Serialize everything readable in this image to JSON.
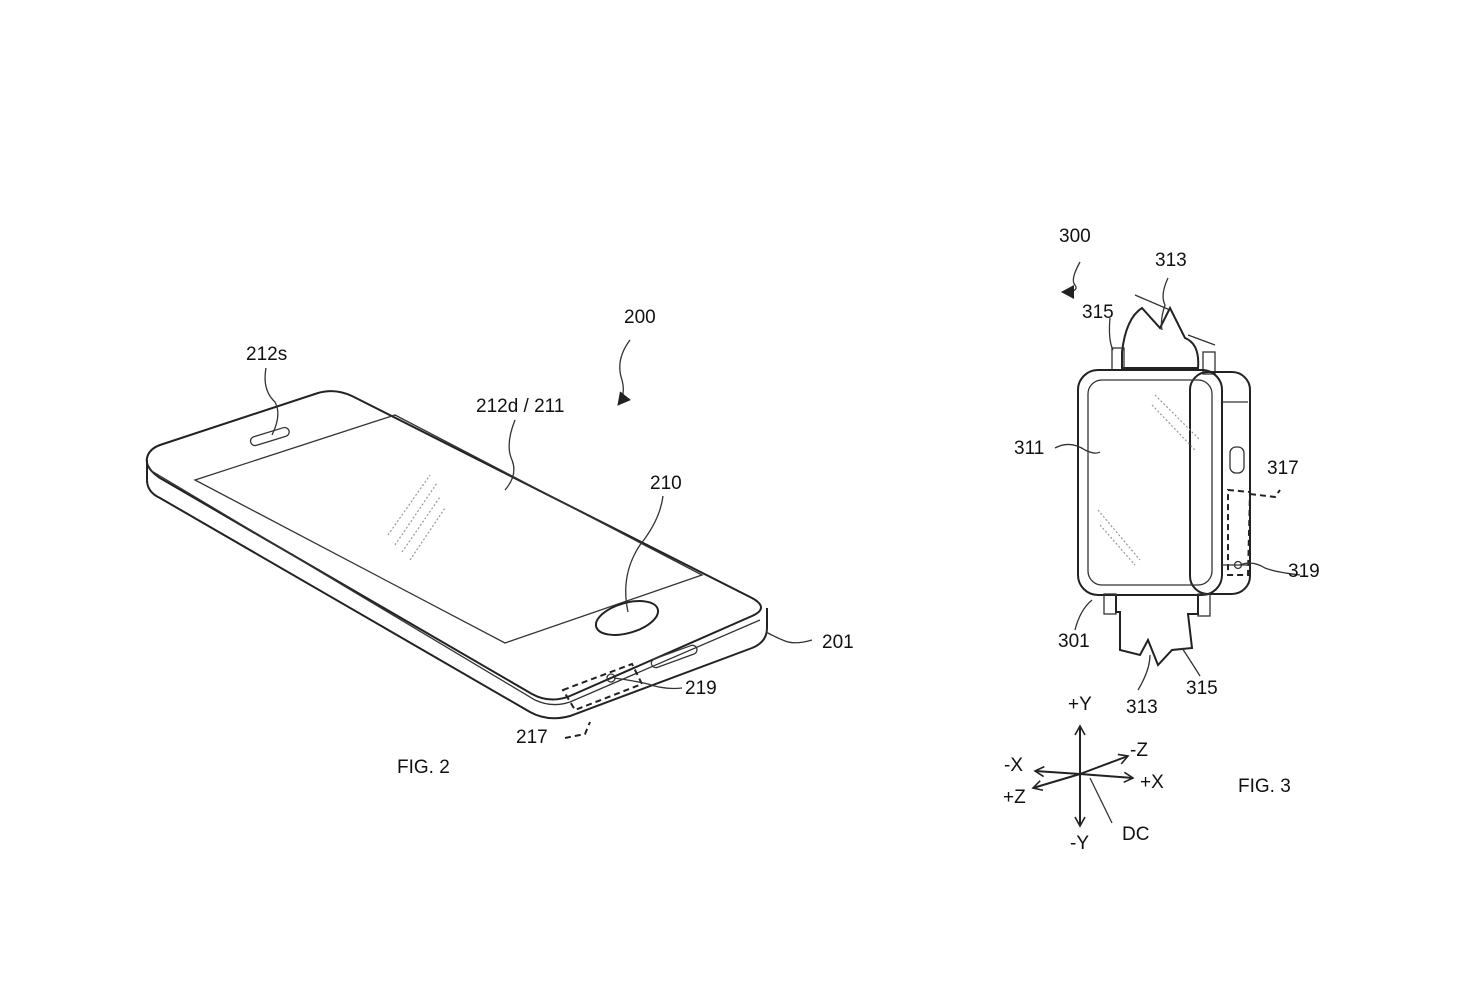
{
  "figures": {
    "fig2": {
      "caption": "FIG. 2",
      "labels": {
        "device": "200",
        "speaker": "212s",
        "display": "212d / 211",
        "button": "210",
        "housing": "201",
        "sensor": "219",
        "region": "217"
      }
    },
    "fig3": {
      "caption": "FIG. 3",
      "labels": {
        "device": "300",
        "band_top": "313",
        "lug_top": "315",
        "display": "311",
        "region": "317",
        "sensor": "319",
        "housing": "301",
        "band_bottom": "313",
        "lug_bottom": "315"
      },
      "axes": {
        "pos_y": "+Y",
        "neg_y": "-Y",
        "pos_x": "+X",
        "neg_x": "-X",
        "pos_z": "+Z",
        "neg_z": "-Z",
        "dc": "DC"
      }
    }
  }
}
